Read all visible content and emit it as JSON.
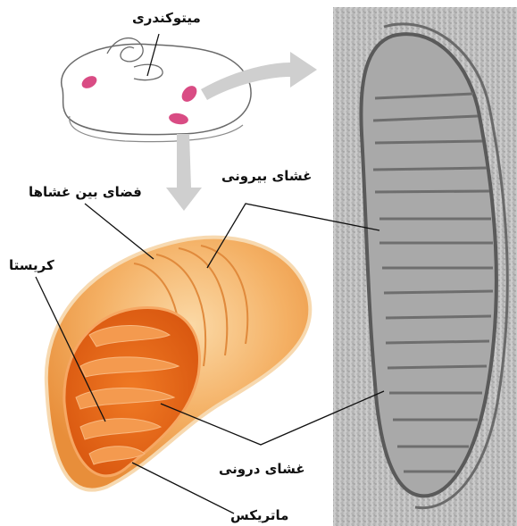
{
  "labels": {
    "mitochondrion": "میتوکندری",
    "outer_membrane": "غشای بیرونی",
    "intermembrane_space": "فضای بین غشاها",
    "cristae": "کریستا",
    "inner_membrane": "غشای درونی",
    "matrix": "ماتریکس"
  },
  "colors": {
    "outer_membrane": "#f2b36c",
    "matrix": "#e8661c",
    "cristae": "#f39a4f",
    "mitochondria_in_cell": "#d94c84",
    "arrow": "#c8c8c8",
    "micrograph_background": "#c9c9c9"
  }
}
